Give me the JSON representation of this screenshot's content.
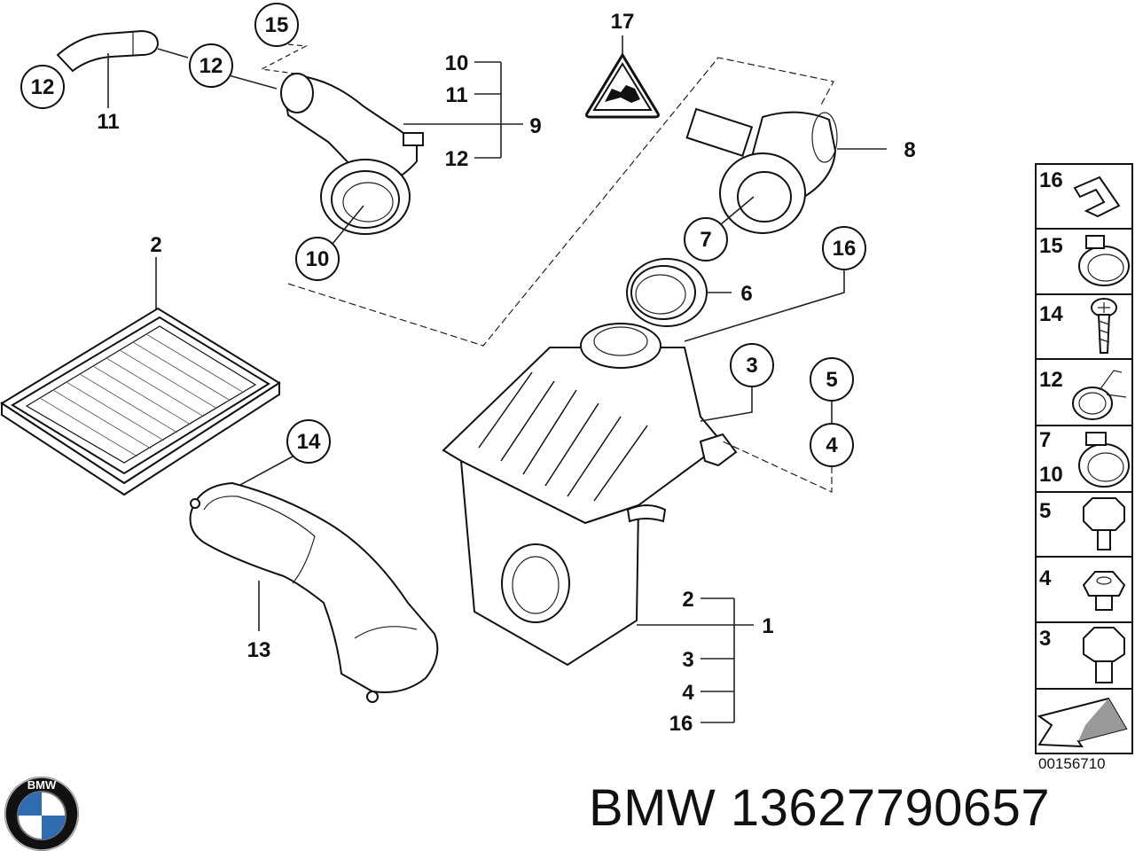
{
  "callouts": {
    "c12a": "12",
    "c11a": "11",
    "c12b": "12",
    "c15": "15",
    "c10a": "10",
    "c11b": "11",
    "c9": "9",
    "c12c": "12",
    "c17": "17",
    "c8": "8",
    "c10b": "10",
    "c2a": "2",
    "c7a": "7",
    "c16a": "16",
    "c6": "6",
    "c3a": "3",
    "c5a": "5",
    "c4a": "4",
    "c14a": "14",
    "c13": "13",
    "c2b": "2",
    "c1": "1",
    "c3b": "3",
    "c4b": "4",
    "c16b": "16"
  },
  "legend": [
    "16",
    "15",
    "14",
    "12",
    "7",
    "10",
    "5",
    "4",
    "3"
  ],
  "reference_number": "00156710",
  "caption": "BMW 13627790657",
  "logo_letters": "BMW"
}
